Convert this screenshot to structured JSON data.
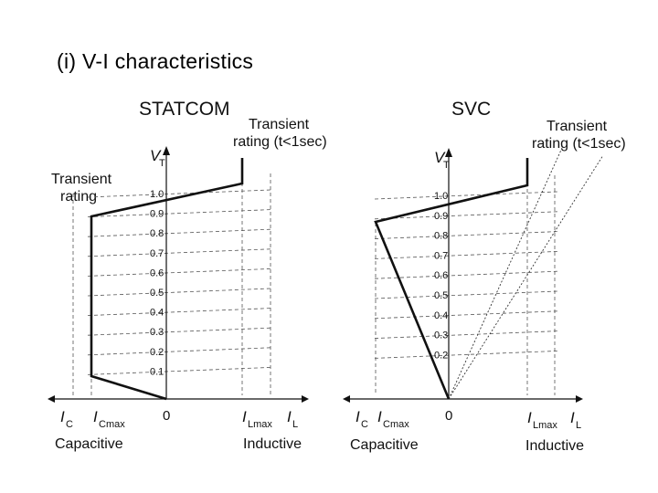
{
  "slide": {
    "title": "(i) V-I characteristics"
  },
  "statcom": {
    "title": "STATCOM",
    "y_axis_label": "V",
    "y_axis_sub": "T",
    "transient_rating_left": [
      "Transient",
      "rating"
    ],
    "transient_rating_right": [
      "Transient",
      "rating (t<1sec)"
    ],
    "ticks": [
      "1.0",
      "0.9",
      "0.8",
      "0.7",
      "0.6",
      "0.5",
      "0.4",
      "0.3",
      "0.2",
      "0.1"
    ],
    "x_labels": {
      "ic_main": "I",
      "ic_sub": "C",
      "icmax_main": "I",
      "icmax_sub": "Cmax",
      "zero": "0",
      "ilmax_main": "I",
      "ilmax_sub": "Lmax",
      "il_main": "I",
      "il_sub": "L"
    },
    "capacitive": "Capacitive",
    "inductive": "Inductive"
  },
  "svc": {
    "title": "SVC",
    "y_axis_label": "V",
    "y_axis_sub": "T",
    "transient_rating_right": [
      "Transient",
      "rating (t<1sec)"
    ],
    "ticks": [
      "1.0",
      "0.9",
      "0.8",
      "0.7",
      "0.6",
      "0.5",
      "0.4",
      "0.3",
      "0.2"
    ],
    "x_labels": {
      "ic_main": "I",
      "ic_sub": "C",
      "icmax_main": "I",
      "icmax_sub": "Cmax",
      "zero": "0",
      "ilmax_main": "I",
      "ilmax_sub": "Lmax",
      "il_main": "I",
      "il_sub": "L"
    },
    "capacitive": "Capacitive",
    "inductive": "Inductive"
  },
  "colors": {
    "line": "#111111",
    "grid": "#555555"
  }
}
